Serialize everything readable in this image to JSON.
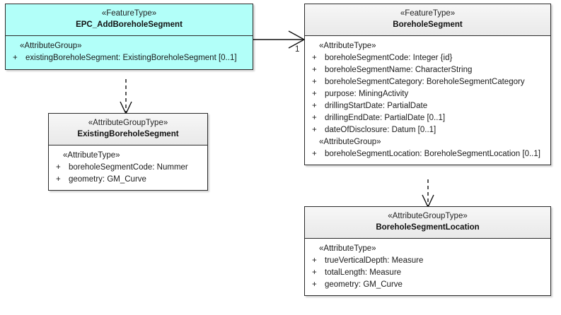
{
  "diagram": {
    "type": "uml-class-diagram",
    "background": "#ffffff",
    "accent_color": "#b2fff9",
    "header_color": "#efefef",
    "border_color": "#2a2a2a"
  },
  "classes": {
    "epc_add_borehole_segment": {
      "stereotype": "«FeatureType»",
      "name": "EPC_AddBoreholeSegment",
      "highlighted": true,
      "compartments": [
        {
          "group": "«AttributeGroup»",
          "attributes": [
            {
              "visibility": "+",
              "text": "existingBoreholeSegment: ExistingBoreholeSegment [0..1]"
            }
          ]
        }
      ]
    },
    "borehole_segment": {
      "stereotype": "«FeatureType»",
      "name": "BoreholeSegment",
      "highlighted": false,
      "compartments": [
        {
          "group": "«AttributeType»",
          "attributes": [
            {
              "visibility": "+",
              "text": "boreholeSegmentCode: Integer {id}"
            },
            {
              "visibility": "+",
              "text": "boreholeSegmentName: CharacterString"
            },
            {
              "visibility": "+",
              "text": "boreholeSegmentCategory: BoreholeSegmentCategory"
            },
            {
              "visibility": "+",
              "text": "purpose: MiningActivity"
            },
            {
              "visibility": "+",
              "text": "drillingStartDate: PartialDate"
            },
            {
              "visibility": "+",
              "text": "drillingEndDate: PartialDate [0..1]"
            },
            {
              "visibility": "+",
              "text": "dateOfDisclosure: Datum [0..1]"
            }
          ]
        },
        {
          "group": "«AttributeGroup»",
          "attributes": [
            {
              "visibility": "+",
              "text": "boreholeSegmentLocation: BoreholeSegmentLocation [0..1]"
            }
          ]
        }
      ]
    },
    "existing_borehole_segment": {
      "stereotype": "«AttributeGroupType»",
      "name": "ExistingBoreholeSegment",
      "highlighted": false,
      "compartments": [
        {
          "group": "«AttributeType»",
          "attributes": [
            {
              "visibility": "+",
              "text": "boreholeSegmentCode: Nummer"
            },
            {
              "visibility": "+",
              "text": "geometry: GM_Curve"
            }
          ]
        }
      ]
    },
    "borehole_segment_location": {
      "stereotype": "«AttributeGroupType»",
      "name": "BoreholeSegmentLocation",
      "highlighted": false,
      "compartments": [
        {
          "group": "«AttributeType»",
          "attributes": [
            {
              "visibility": "+",
              "text": "trueVerticalDepth: Measure"
            },
            {
              "visibility": "+",
              "text": "totalLength: Measure"
            },
            {
              "visibility": "+",
              "text": "geometry: GM_Curve"
            }
          ]
        }
      ]
    }
  },
  "connectors": {
    "association_epc_to_boreholesegment": {
      "kind": "association",
      "style": "solid",
      "arrow": "open",
      "from": "EPC_AddBoreholeSegment",
      "to": "BoreholeSegment",
      "target_multiplicity": "1"
    },
    "dependency_epc_to_existing": {
      "kind": "dependency",
      "style": "dashed",
      "arrow": "open",
      "from": "EPC_AddBoreholeSegment",
      "to": "ExistingBoreholeSegment",
      "target_multiplicity": ""
    },
    "dependency_boreholesegment_to_location": {
      "kind": "dependency",
      "style": "dashed",
      "arrow": "open",
      "from": "BoreholeSegment",
      "to": "BoreholeSegmentLocation",
      "target_multiplicity": ""
    }
  }
}
